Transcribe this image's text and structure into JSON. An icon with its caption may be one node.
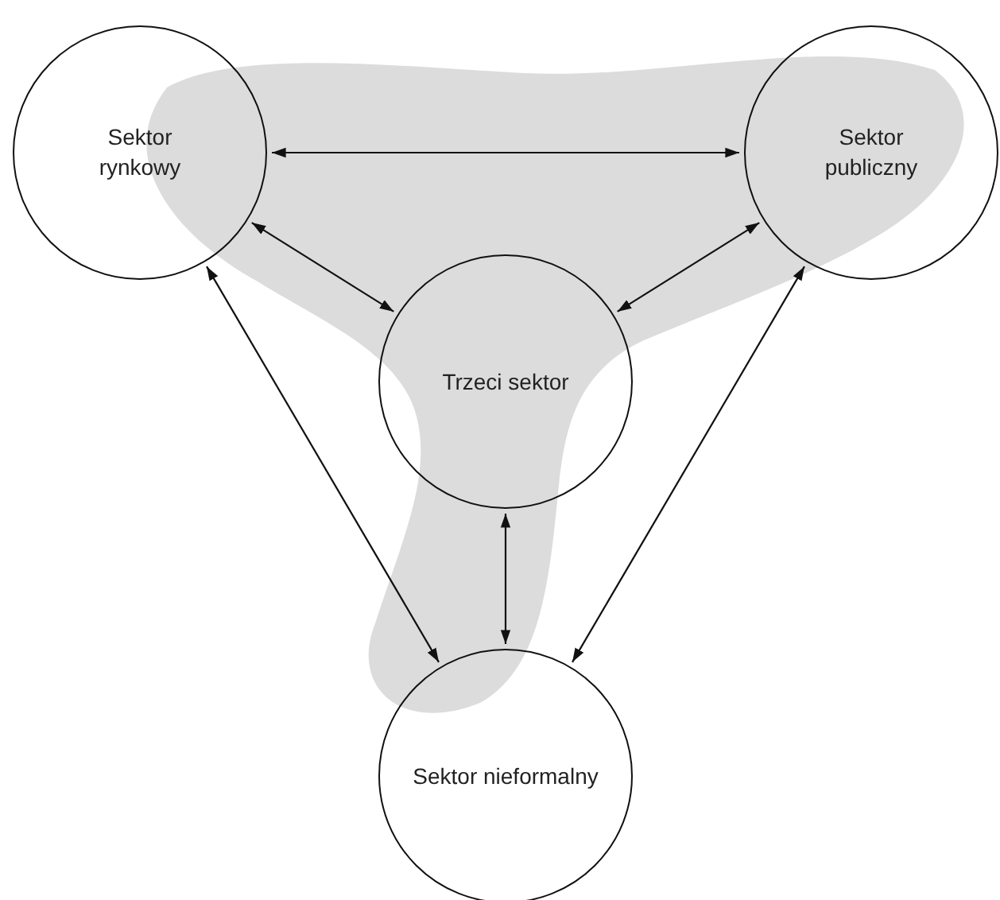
{
  "diagram": {
    "nodes": [
      {
        "text": [
          "Sektor rynkowy"
        ]
      },
      {
        "text": [
          "Sektor publiczny"
        ]
      },
      {
        "text": [
          "Trzeci sektor"
        ]
      },
      {
        "text": [
          "Sektor nieformalny"
        ]
      }
    ],
    "edges": [
      {
        "from": 0,
        "to": 1,
        "arrow": "both"
      },
      {
        "from": 0,
        "to": 2,
        "arrow": "both"
      },
      {
        "from": 1,
        "to": 2,
        "arrow": "both"
      },
      {
        "from": 2,
        "to": 3,
        "arrow": "both"
      },
      {
        "from": 0,
        "to": 3,
        "arrow": "both"
      },
      {
        "from": 1,
        "to": 3,
        "arrow": "both"
      }
    ]
  }
}
